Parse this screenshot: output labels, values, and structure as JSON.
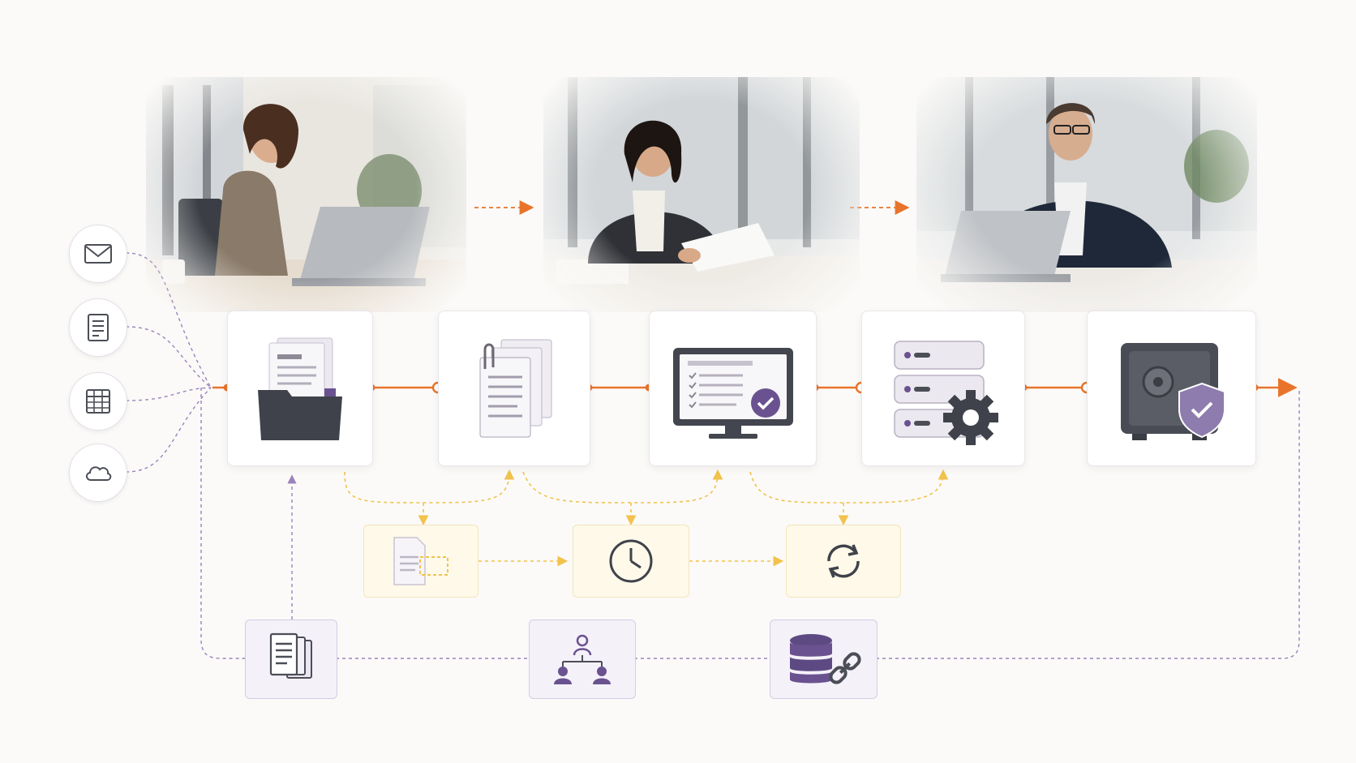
{
  "diagram": {
    "colors": {
      "orange_flow": "#e8742c",
      "yellow_flow": "#f1c24c",
      "purple_flow": "#9a82be",
      "icon_dark": "#4b4e56",
      "icon_purple": "#6a5290",
      "card_border": "#e8e6ea"
    },
    "photos": [
      {
        "icon": "person-at-laptop",
        "subject": "woman-typing"
      },
      {
        "icon": "person-reviewing-documents",
        "subject": "woman-reviewing"
      },
      {
        "icon": "person-thinking-at-laptop",
        "subject": "man-thinking"
      }
    ],
    "sources": [
      {
        "icon": "envelope-icon"
      },
      {
        "icon": "form-icon"
      },
      {
        "icon": "spreadsheet-icon"
      },
      {
        "icon": "cloud-icon"
      }
    ],
    "stages": [
      {
        "icon": "document-folder-icon"
      },
      {
        "icon": "attached-documents-icon"
      },
      {
        "icon": "monitor-checklist-icon"
      },
      {
        "icon": "server-gear-icon"
      },
      {
        "icon": "safe-shield-icon"
      }
    ],
    "helpers": [
      {
        "icon": "document-extract-icon"
      },
      {
        "icon": "clock-icon"
      },
      {
        "icon": "sync-icon"
      }
    ],
    "foundation": [
      {
        "icon": "documents-stack-icon"
      },
      {
        "icon": "hierarchy-users-icon"
      },
      {
        "icon": "database-link-icon"
      }
    ]
  }
}
